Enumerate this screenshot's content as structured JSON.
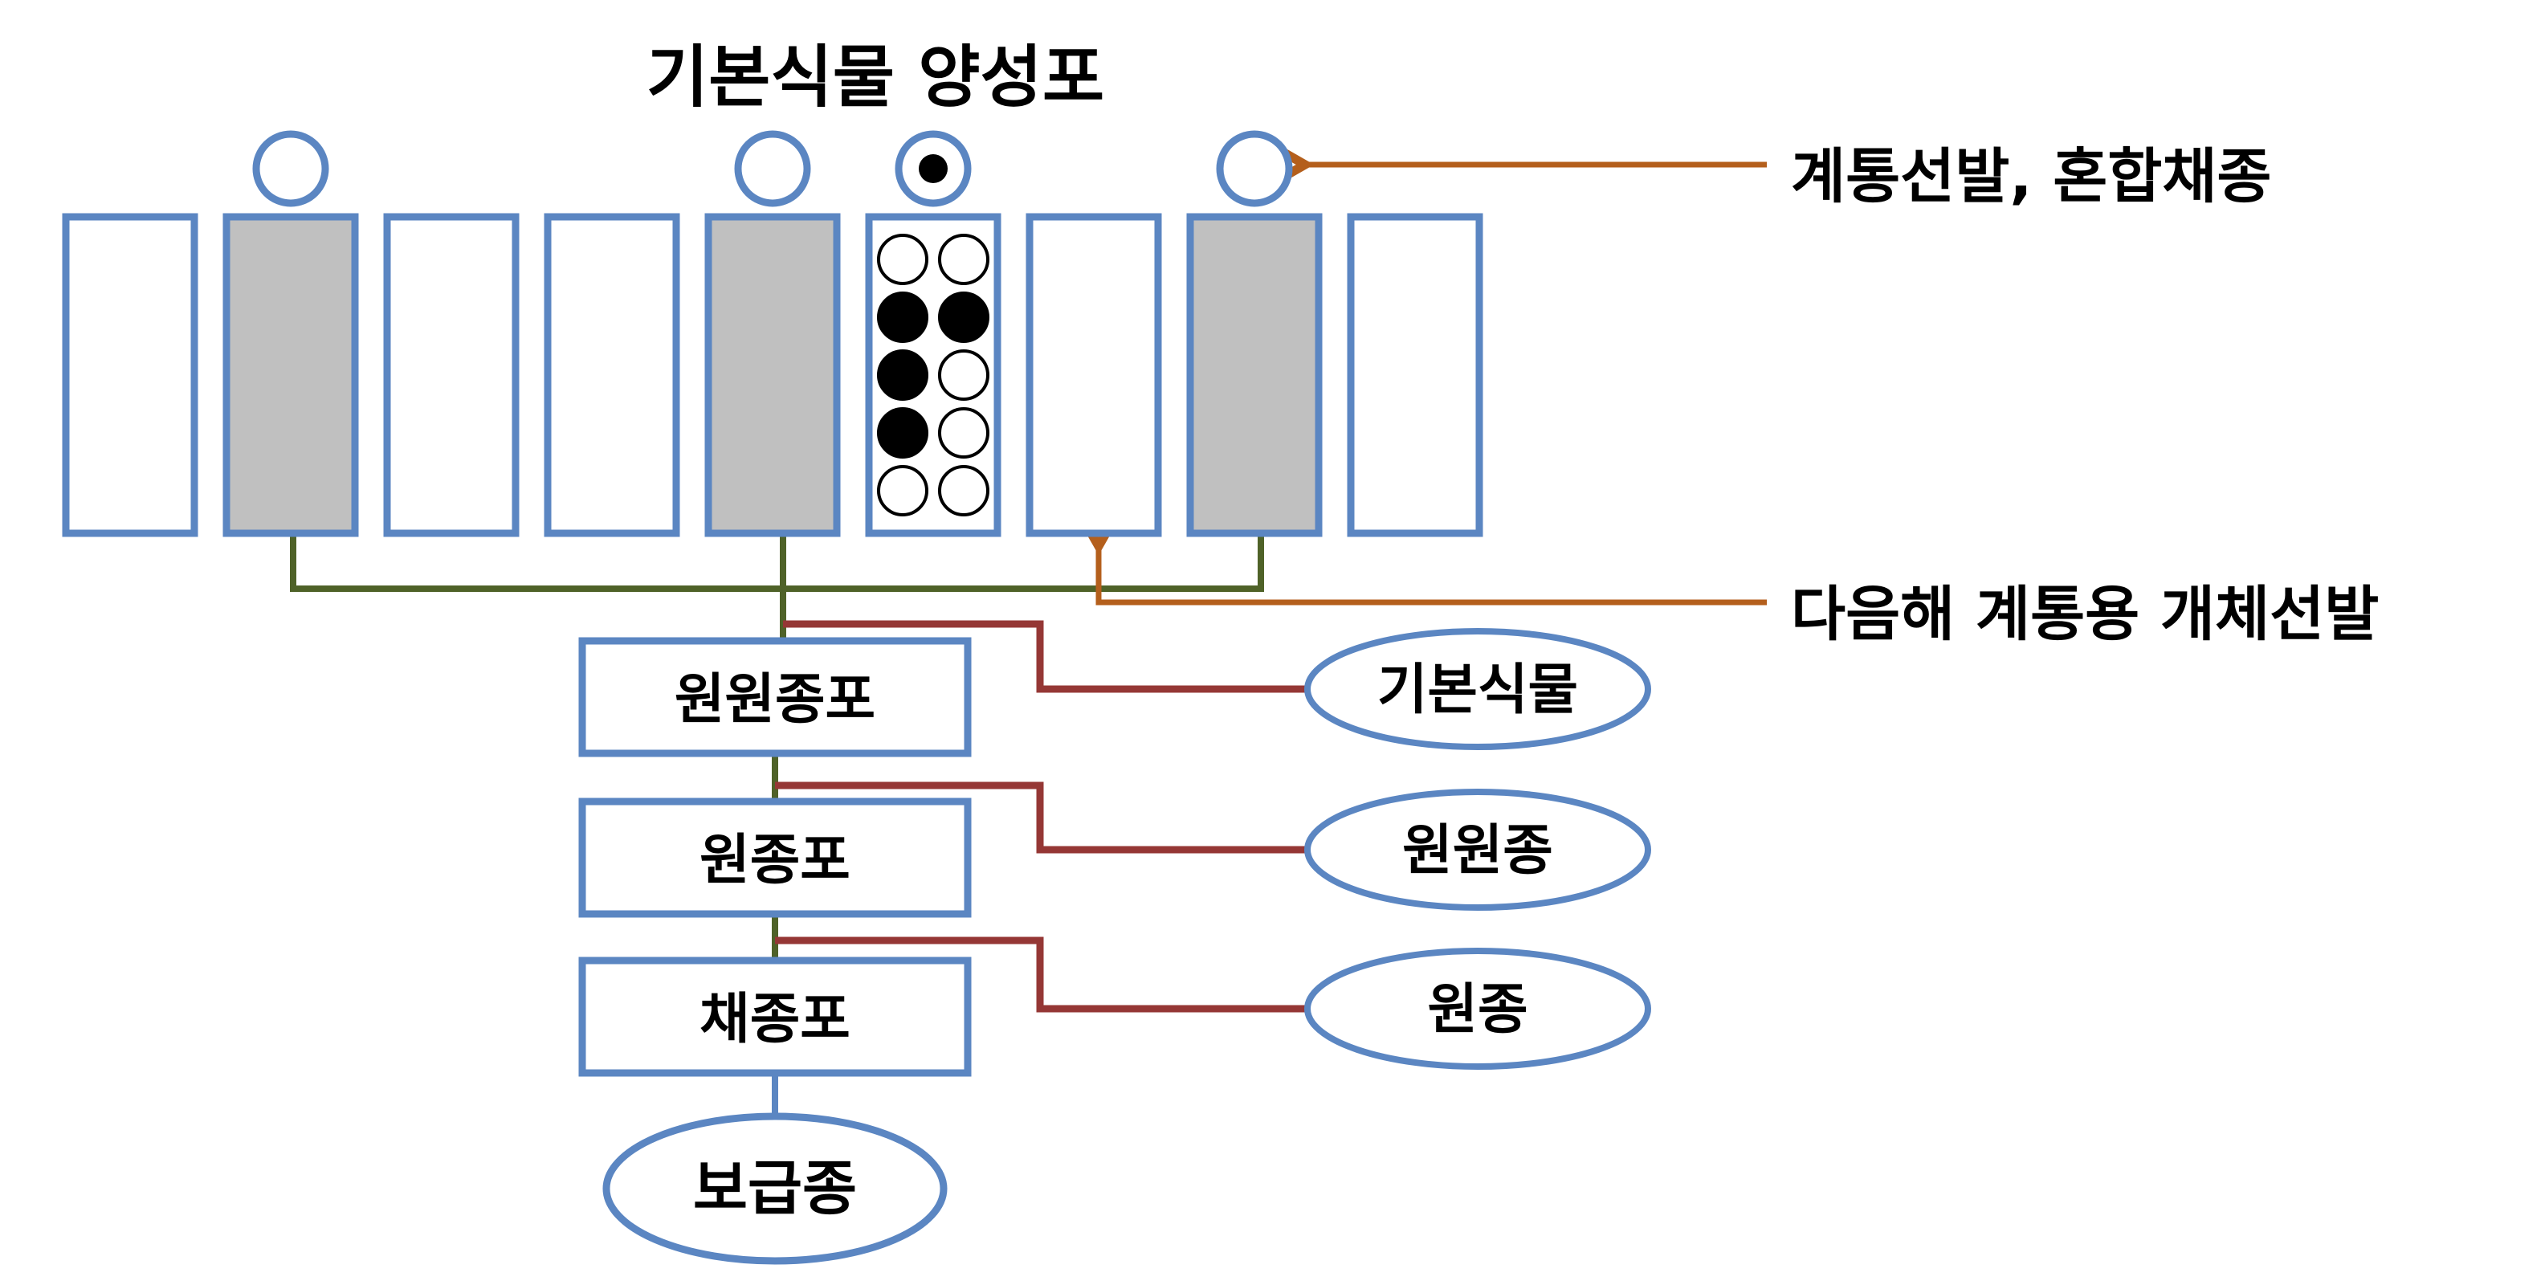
{
  "title": "기본식물 양성포",
  "annotations": {
    "line_selection": "계통선발, 혼합채종",
    "next_year_selection": "다음해 계통용 개체선발"
  },
  "nursery": {
    "plot_count": 9,
    "selected_plots": [
      2,
      5,
      8
    ],
    "plots_with_marker": [
      2,
      5,
      6,
      8
    ],
    "marked_plot": 6,
    "marked_plot_grid": [
      [
        "open",
        "open"
      ],
      [
        "filled",
        "filled"
      ],
      [
        "filled",
        "open"
      ],
      [
        "filled",
        "open"
      ],
      [
        "open",
        "open"
      ]
    ]
  },
  "stages": [
    {
      "field": "원원종포",
      "seed": "기본식물"
    },
    {
      "field": "원종포",
      "seed": "원원종"
    },
    {
      "field": "채종포",
      "seed": "원종"
    }
  ],
  "final_seed": "보급종",
  "colors": {
    "box_stroke": "#5b86c2",
    "selected_fill": "#c0c0c0",
    "green_line": "#4f6228",
    "red_line": "#953735",
    "arrow": "#b45f1c"
  }
}
